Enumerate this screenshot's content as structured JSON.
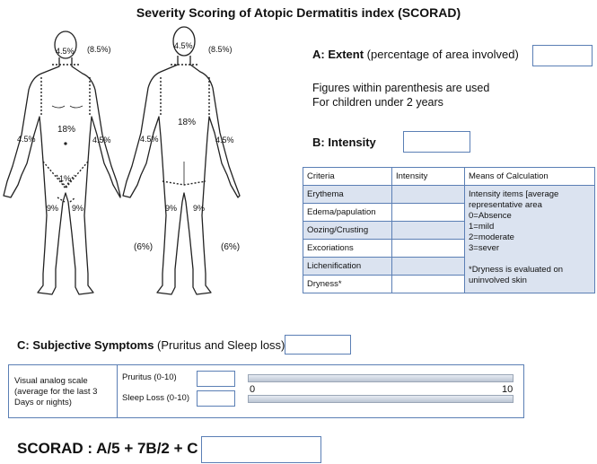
{
  "title": "Severity Scoring of Atopic Dermatitis index  (SCORAD)",
  "figure": {
    "front": {
      "head": "4.5%",
      "head_paren": "(8.5%)",
      "arm_left": "4.5%",
      "trunk": "18%",
      "arm_right": "4.5%",
      "genital": "1%",
      "leg_left": "9%",
      "leg_right": "9%"
    },
    "back": {
      "head": "4.5%",
      "head_paren": "(8.5%)",
      "arm_left": "4.5%",
      "trunk": "18%",
      "arm_right": "4.5%",
      "leg_left": "9%",
      "leg_right": "9%",
      "leg_paren_left": "(6%)",
      "leg_paren_right": "(6%)"
    }
  },
  "extent": {
    "label": "A: Extent",
    "desc": " (percentage of area involved)",
    "note1": "Figures within parenthesis are used",
    "note2": "For children under 2 years"
  },
  "intensity": {
    "label": "B: Intensity",
    "headers": [
      "Criteria",
      "Intensity",
      "Means of Calculation"
    ],
    "rows": [
      "Erythema",
      "Edema/papulation",
      "Oozing/Crusting",
      "Excoriations",
      "Lichenification",
      "Dryness*"
    ],
    "means": [
      "Intensity items [average",
      "representative area",
      "0=Absence",
      "1=mild",
      "2=moderate",
      "3=sever",
      "",
      "*Dryness is evaluated on",
      "uninvolved skin"
    ]
  },
  "subjective": {
    "label": "C: Subjective Symptoms",
    "desc": " (Pruritus and Sleep loss)",
    "vas_label": [
      "Visual analog scale",
      "(average for the last 3",
      "Days or nights)"
    ],
    "pruritus": "Pruritus (0-10)",
    "sleep": "Sleep Loss (0-10)",
    "scale_min": "0",
    "scale_max": "10"
  },
  "formula": "SCORAD : A/5 + 7B/2 + C",
  "colors": {
    "border": "#5b7fb5",
    "shade": "#dbe3f0"
  }
}
